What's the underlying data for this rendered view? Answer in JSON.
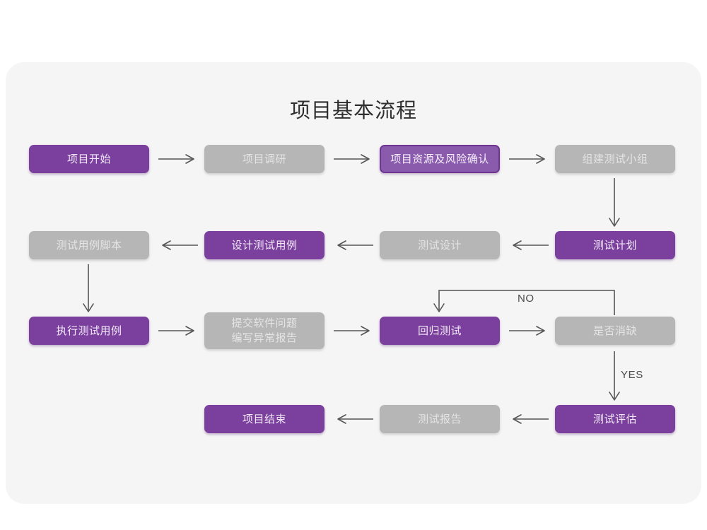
{
  "page": {
    "title": "项目基本流程",
    "background_color": "#ffffff",
    "card_color": "#f5f5f5"
  },
  "palette": {
    "purple": "#7b3f9e",
    "purple_light": "#8a5aad",
    "purple_border": "#6e3592",
    "gray": "#b6b6b6",
    "arrow": "#555555",
    "title_text": "#2f2f2f"
  },
  "flow": {
    "nodes": [
      {
        "id": "n1",
        "label": "项目开始",
        "style": "purple",
        "row": 1,
        "col": 1
      },
      {
        "id": "n2",
        "label": "项目调研",
        "style": "gray",
        "row": 1,
        "col": 2
      },
      {
        "id": "n3",
        "label": "项目资源及风险确认",
        "style": "purple-outline",
        "row": 1,
        "col": 3
      },
      {
        "id": "n4",
        "label": "组建测试小组",
        "style": "gray",
        "row": 1,
        "col": 4
      },
      {
        "id": "n5",
        "label": "测试用例脚本",
        "style": "gray",
        "row": 2,
        "col": 1
      },
      {
        "id": "n6",
        "label": "设计测试用例",
        "style": "purple",
        "row": 2,
        "col": 2
      },
      {
        "id": "n7",
        "label": "测试设计",
        "style": "gray",
        "row": 2,
        "col": 3
      },
      {
        "id": "n8",
        "label": "测试计划",
        "style": "purple",
        "row": 2,
        "col": 4
      },
      {
        "id": "n9",
        "label": "执行测试用例",
        "style": "purple",
        "row": 3,
        "col": 1
      },
      {
        "id": "n10",
        "label_line1": "提交软件问题",
        "label_line2": "编写异常报告",
        "style": "gray",
        "row": 3,
        "col": 2
      },
      {
        "id": "n11",
        "label": "回归测试",
        "style": "purple",
        "row": 3,
        "col": 3
      },
      {
        "id": "n12",
        "label": "是否消缺",
        "style": "gray",
        "row": 3,
        "col": 4
      },
      {
        "id": "n13",
        "label": "项目结束",
        "style": "purple",
        "row": 4,
        "col": 2
      },
      {
        "id": "n14",
        "label": "测试报告",
        "style": "gray",
        "row": 4,
        "col": 3
      },
      {
        "id": "n15",
        "label": "测试评估",
        "style": "purple",
        "row": 4,
        "col": 4
      }
    ],
    "edge_labels": {
      "no": "NO",
      "yes": "YES"
    }
  }
}
